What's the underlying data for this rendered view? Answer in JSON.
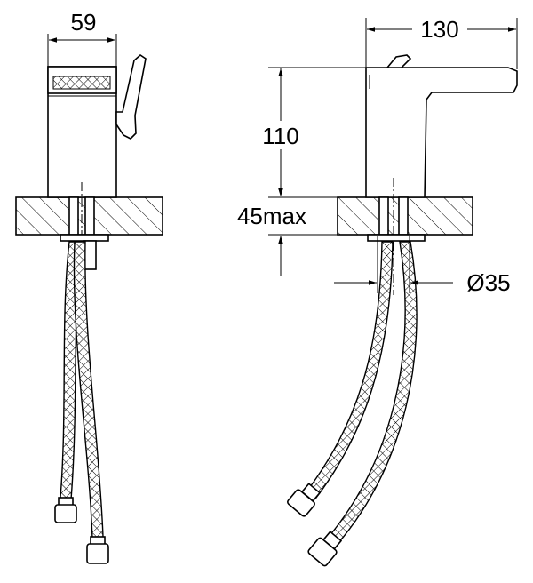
{
  "dimensions": {
    "front_width": "59",
    "side_length": "130",
    "height": "110",
    "deck_thickness": "45max",
    "hole_diameter": "Ø35"
  },
  "colors": {
    "ink": "#000000",
    "paper": "#ffffff"
  }
}
